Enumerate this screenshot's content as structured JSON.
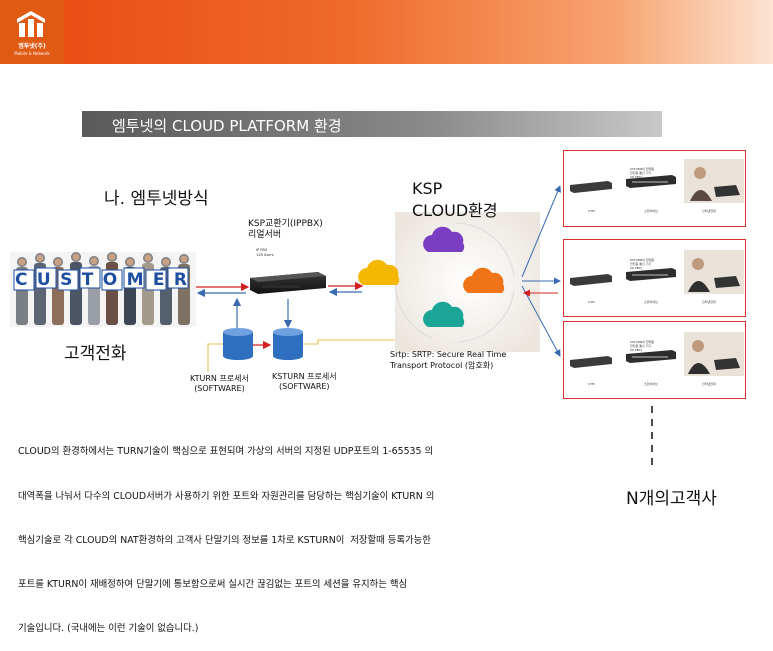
{
  "logo": {
    "name": "엠투넷(주)",
    "tagline": "Mobile & Network"
  },
  "title": "엠투넷의 CLOUD PLATFORM 환경",
  "section_title": "나. 엠투넷방식",
  "ksp_label": [
    "KSP",
    "CLOUD환경"
  ],
  "pbx_label": [
    "KSP교환기(IPPBX)",
    "리얼서버"
  ],
  "pbx_small": [
    "IP PBX",
    "128 Users"
  ],
  "customer_banner": "CUSTOMER",
  "customer_label": "고객전화",
  "kturn_left": [
    "KTURN 프로세서",
    "(SOFTWARE)"
  ],
  "kturn_right": [
    "KSTURN 프로세서",
    "(SOFTWARE)"
  ],
  "srtp": [
    "Srtp: SRTP: Secure Real Time",
    "Transport Protocol (암호화)"
  ],
  "description": [
    "CLOUD의 환경하에서는 TURN기술이 핵심으로 표현되며 가상의 서버의 지정된 UDP포트의 1-65535 의",
    "대역폭을 나눠서 다수의 CLOUD서버가 사용하기 위한 포트와 자원관리를 담당하는 핵심기술이 KTURN 의",
    "핵심기술로 각 CLOUD의 NAT환경하의 고객사 단말기의 정보를 1차로 KSTURN이  저장할때 등록가능한",
    "포트를 KTURN이 재배정하여 단말기에 통보함으로써 실시간 끊김없는 포트의 세션을 유지하는 핵심",
    "기술입니다. (국내에는 이런 기술이 없습니다.)"
  ],
  "n_label": "N개의고객사",
  "sites": [
    {
      "note": [
        "KSTURN이 탑재된",
        "전전용 통신 기기",
        "(IP-PBX)"
      ],
      "caps": [
        "UTM",
        "스위치허브",
        "인터넷전화"
      ]
    },
    {
      "note": [
        "KSTURN이 탑재된",
        "전전용 통신 기기",
        "(IP-PBX)"
      ],
      "caps": [
        "UTM",
        "스위치허브",
        "인터넷전화"
      ]
    },
    {
      "note": [
        "KSTURN이 탑재된",
        "전전용 통신 기기",
        "(IP-PBX)"
      ],
      "caps": [
        "UTM",
        "스위치허브",
        "인터넷전화"
      ]
    }
  ],
  "colors": {
    "accent": "#e8490f",
    "arrow_red": "#d42020",
    "arrow_blue": "#3a6ab0",
    "db_blue": "#2f6fc0"
  }
}
